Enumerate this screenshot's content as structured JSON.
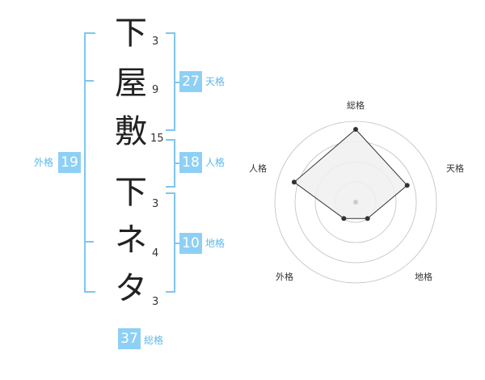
{
  "name": {
    "chars": [
      "下",
      "屋",
      "敷",
      "下",
      "ネ",
      "タ"
    ],
    "strokes": [
      "3",
      "9",
      "15",
      "3",
      "4",
      "3"
    ]
  },
  "fortunes": {
    "tenkaku": {
      "value": "27",
      "label": "天格"
    },
    "jinkaku": {
      "value": "18",
      "label": "人格"
    },
    "chikaku": {
      "value": "10",
      "label": "地格"
    },
    "gaikaku": {
      "value": "19",
      "label": "外格"
    },
    "soukaku": {
      "value": "37",
      "label": "総格"
    }
  },
  "radar": {
    "labels": {
      "top": "総格",
      "right": "天格",
      "bottom_right": "地格",
      "bottom_left": "外格",
      "left": "人格"
    },
    "levels": 4,
    "values": {
      "総格": 0.9,
      "天格": 0.67,
      "地格": 0.25,
      "外格": 0.25,
      "人格": 0.8
    },
    "colors": {
      "fill": "#f0f0f0",
      "stroke": "#333333",
      "grid": "#bfbfbf",
      "point": "#333333",
      "center": "#cccccc"
    }
  }
}
